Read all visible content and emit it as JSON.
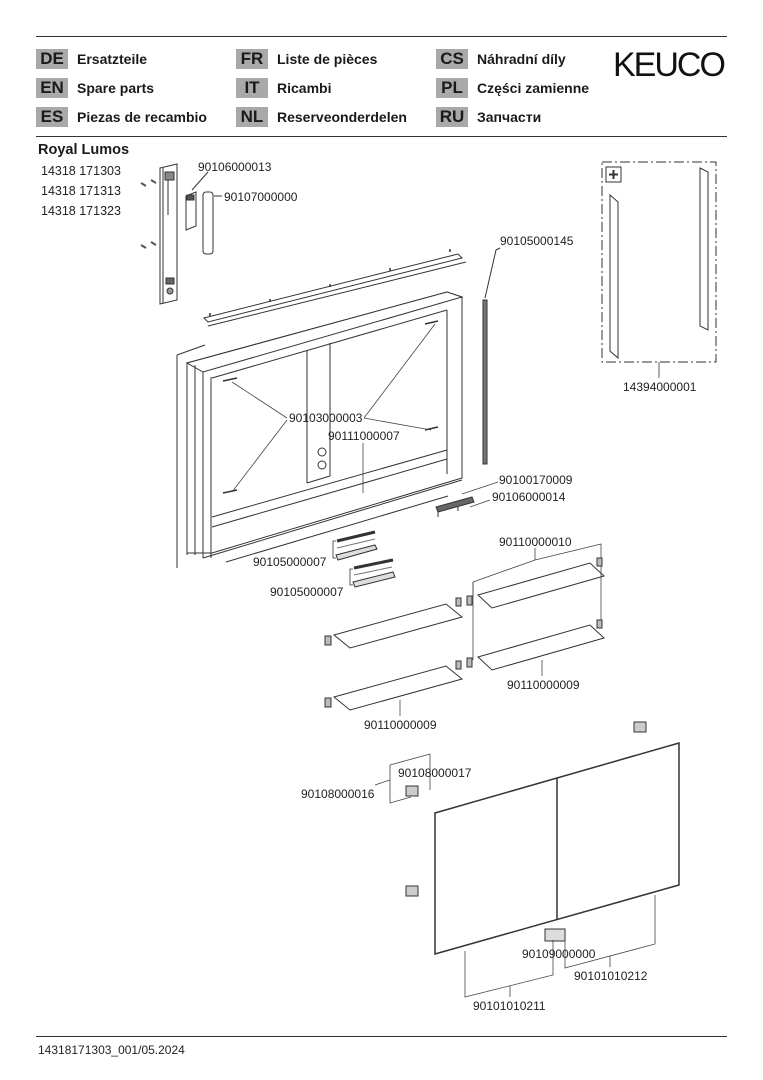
{
  "languages": [
    {
      "code": "DE",
      "label": "Ersatzteile"
    },
    {
      "code": "EN",
      "label": "Spare parts"
    },
    {
      "code": "ES",
      "label": "Piezas de recambio"
    },
    {
      "code": "FR",
      "label": "Liste de pièces"
    },
    {
      "code": "IT",
      "label": "Ricambi"
    },
    {
      "code": "NL",
      "label": "Reserveonderdelen"
    },
    {
      "code": "CS",
      "label": "Náhradní díly"
    },
    {
      "code": "PL",
      "label": "Części zamienne"
    },
    {
      "code": "RU",
      "label": "Запчасти"
    }
  ],
  "brand": "KEUCO",
  "product": {
    "title": "Royal Lumos",
    "variants": [
      "14318 171303",
      "14318 171313",
      "14318 171323"
    ]
  },
  "part_labels": {
    "p_90106000013": "90106000013",
    "p_90107000000": "90107000000",
    "p_90105000145": "90105000145",
    "p_90103000003": "90103000003",
    "p_90111000007": "90111000007",
    "p_90100170009": "90100170009",
    "p_90106000014": "90106000014",
    "p_90105000007_a": "90105000007",
    "p_90105000007_b": "90105000007",
    "p_90110000010": "90110000010",
    "p_90110000009_a": "90110000009",
    "p_90110000009_b": "90110000009",
    "p_14394000001": "14394000001",
    "p_90108000017": "90108000017",
    "p_90108000016": "90108000016",
    "p_90109000000": "90109000000",
    "p_90101010212": "90101010212",
    "p_90101010211": "90101010211"
  },
  "optional_kit_symbol": "+",
  "footer": "14318171303_001/05.2024"
}
